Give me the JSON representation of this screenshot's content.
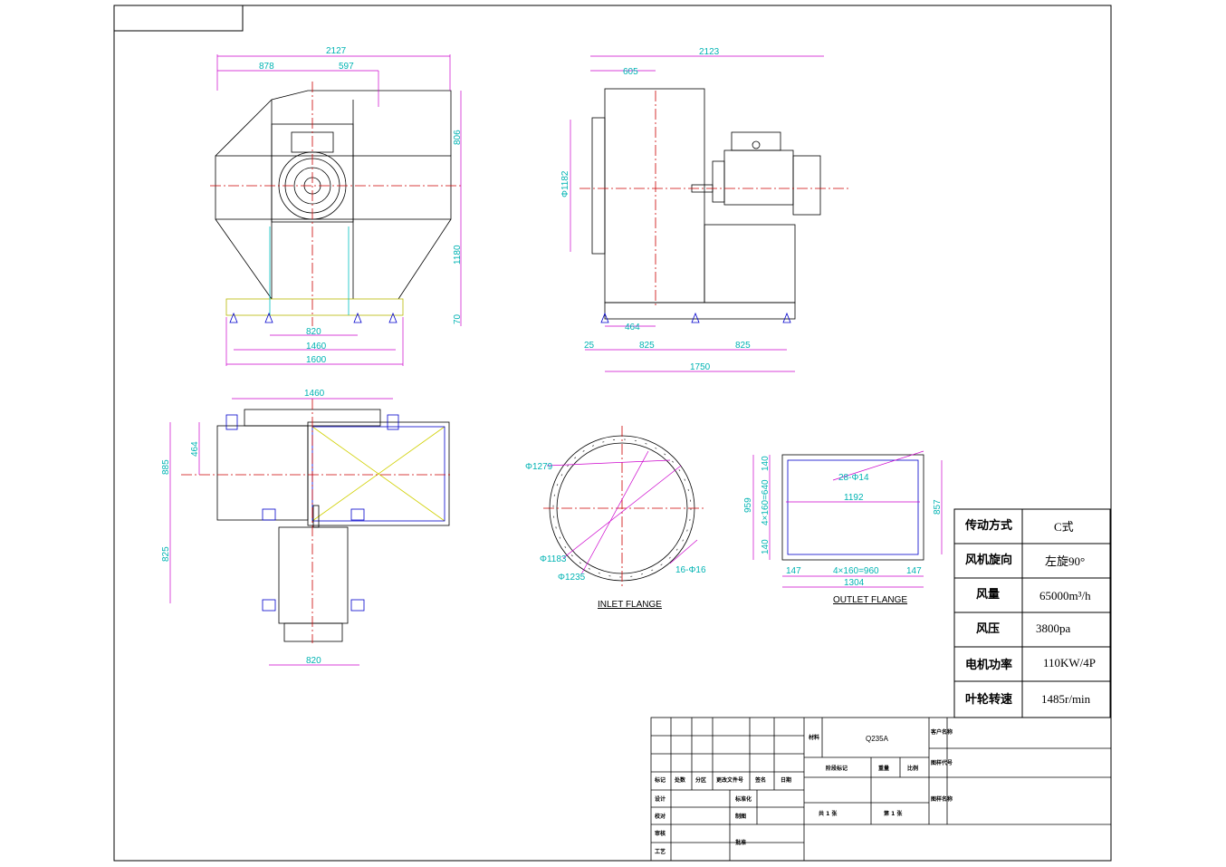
{
  "drawing": {
    "front_view": {
      "dims": [
        "2127",
        "878",
        "597",
        "806",
        "1180",
        "70",
        "820",
        "1460",
        "1600"
      ]
    },
    "side_view": {
      "dims": [
        "2123",
        "605",
        "Φ1182",
        "464",
        "25",
        "825",
        "825",
        "1750"
      ]
    },
    "top_view": {
      "dims": [
        "1460",
        "885",
        "464",
        "825",
        "820"
      ]
    },
    "inlet_flange": {
      "label": "INLET  FLANGE",
      "dims": [
        "Φ1279",
        "Φ1183",
        "Φ1235",
        "16-Φ16"
      ]
    },
    "outlet_flange": {
      "label": "OUTLET FLANGE",
      "dims": [
        "28-Φ14",
        "1192",
        "959",
        "4×160=640",
        "140",
        "140",
        "857",
        "147",
        "4×160=960",
        "147",
        "1304"
      ]
    }
  },
  "specs": [
    {
      "key": "传动方式",
      "value": "C式"
    },
    {
      "key": "风机旋向",
      "value": "左旋90°"
    },
    {
      "key": "风量",
      "value": "65000m³/h"
    },
    {
      "key": "风压",
      "value": "3800pa"
    },
    {
      "key": "电机功率",
      "value": "110KW/4P"
    },
    {
      "key": "叶轮转速",
      "value": "1485r/min"
    }
  ],
  "title_block": {
    "material_label": "材料",
    "material": "Q235A",
    "customer_label": "客户名称",
    "drawing_no_label": "图样代号",
    "drawing_name_label": "图样名称",
    "stage_mark": "阶段标记",
    "weight": "重量",
    "scale": "比例",
    "rev_headers": [
      "标记",
      "处数",
      "分区",
      "更改文件号",
      "签名",
      "日期"
    ],
    "design": "设计",
    "standardize": "标准化",
    "check": "校对",
    "make": "制图",
    "review": "审核",
    "process": "工艺",
    "approve": "批准",
    "total_sheets": "共  1  张",
    "sheet_no": "第  1  张"
  }
}
